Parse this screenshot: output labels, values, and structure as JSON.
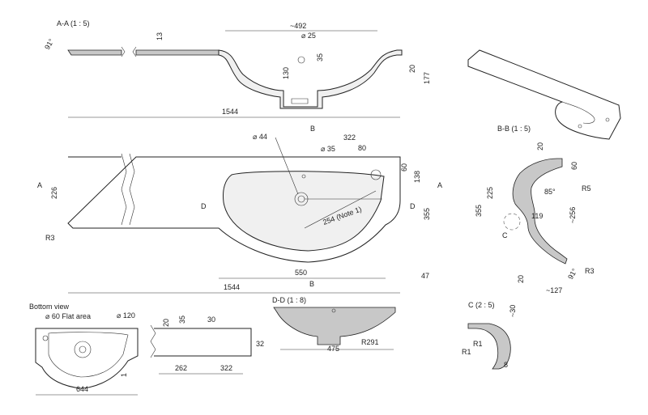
{
  "views": {
    "aa": {
      "title": "A-A (1 : 5)"
    },
    "bb": {
      "title": "B-B (1 : 5)"
    },
    "dd": {
      "title": "D-D (1 : 8)"
    },
    "c": {
      "title": "C (2 : 5)"
    },
    "bottom": {
      "title": "Bottom view"
    }
  },
  "dims": {
    "aa_492": "~492",
    "aa_25": "⌀ 25",
    "aa_13": "13",
    "aa_35": "35",
    "aa_130": "130",
    "aa_20": "20",
    "aa_177": "177",
    "aa_1544": "1544",
    "aa_91": "91°",
    "p_44": "⌀ 44",
    "p_B_top": "B",
    "p_322": "322",
    "p_35": "⌀ 35",
    "p_80": "80",
    "p_60": "60",
    "p_138": "138",
    "p_226": "226",
    "p_A_left": "A",
    "p_A_right": "A",
    "p_D_left": "D",
    "p_D_right": "D",
    "p_254": "254 (Note 1)",
    "p_355": "355",
    "p_R3": "R3",
    "p_550": "550",
    "p_47": "47",
    "p_1544": "1544",
    "p_B_bot": "B",
    "bb_20": "20",
    "bb_60": "60",
    "bb_225": "225",
    "bb_355": "355",
    "bb_85": "85°",
    "bb_R5": "R5",
    "bb_119": "119",
    "bb_256": "~256",
    "bb_C": "C",
    "bb_20b": "20",
    "bb_127": "~127",
    "bb_91": "91°",
    "bb_R3": "R3",
    "bv_flat": "⌀ 60 Flat area",
    "bv_120": "⌀ 120",
    "bv_644": "644",
    "bv_1": "1",
    "bv_20": "20",
    "bv_35": "35",
    "bv_30": "30",
    "bv_32": "32",
    "bv_262": "262",
    "bv_322": "322",
    "dd_475": "475",
    "dd_R291": "R291",
    "c_30": "~30",
    "c_R1a": "R1",
    "c_R1b": "R1",
    "c_8": "8"
  }
}
